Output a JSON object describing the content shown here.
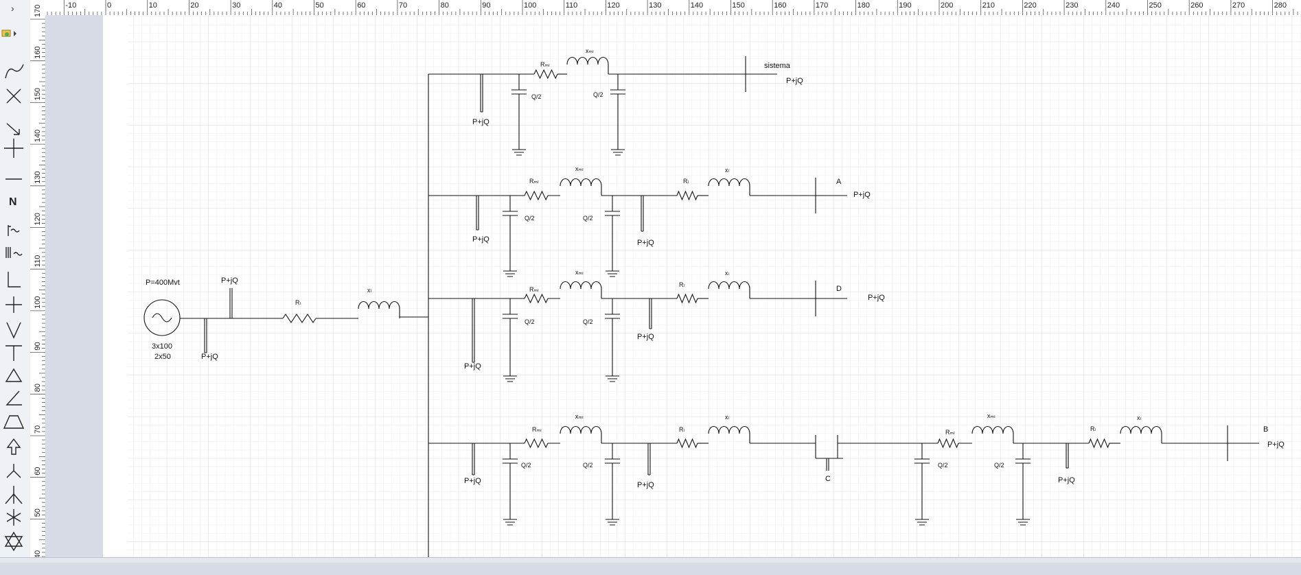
{
  "shapes_panel": {
    "expand_label": "›",
    "tools": [
      "arc-icon",
      "cross-x-icon",
      "arrow-down-right-icon",
      "plus-icon",
      "horizontal-line-icon",
      "neutral-n-icon",
      "coil-line-icon",
      "triple-coil-icon",
      "corner-l-icon",
      "small-cross-icon",
      "v-shape-icon",
      "t-shape-icon",
      "triangle-icon",
      "angle-icon",
      "trapezoid-icon",
      "arrow-up-icon",
      "wye-icon",
      "psi-icon",
      "asterisk-icon",
      "star-of-david-icon"
    ]
  },
  "ruler_top": {
    "labels": [
      "-10",
      "0",
      "10",
      "20",
      "30",
      "40",
      "50",
      "60",
      "70",
      "80",
      "90",
      "100",
      "110",
      "120",
      "130",
      "140",
      "150",
      "160",
      "170",
      "180",
      "190",
      "200",
      "210",
      "220",
      "230",
      "240",
      "250",
      "260",
      "270",
      "280"
    ]
  },
  "ruler_left": {
    "labels": [
      "170",
      "160",
      "150",
      "140",
      "130",
      "120",
      "110",
      "100",
      "90",
      "80",
      "70",
      "60",
      "50",
      "40"
    ]
  },
  "diagram": {
    "generator": {
      "power": "P=400Mvt",
      "units_a": "3x100",
      "units_b": "2x50",
      "load_up": "P+jQ",
      "load_down": "P+jQ",
      "r_line": "Rₗ",
      "x_line": "xₗ"
    },
    "line_sistema": {
      "r": "Rₘₗ",
      "x": "xₘₗ",
      "q_left": "Q/2",
      "q_right": "Q/2",
      "load": "P+jQ",
      "bus_name": "sistema",
      "bus_load": "P+jQ"
    },
    "line_a": {
      "r1": "Rₘₗ",
      "x1": "xₘₗ",
      "q_left": "Q/2",
      "q_right": "Q/2",
      "load1": "P+jQ",
      "load2": "P+jQ",
      "r2": "Rₗ",
      "x2": "xₗ",
      "bus_name": "A",
      "bus_load": "P+jQ"
    },
    "line_d": {
      "r1": "Rₘₗ",
      "x1": "xₘₗ",
      "q_left": "Q/2",
      "q_right": "Q/2",
      "load1": "P+jQ",
      "load2": "P+jQ",
      "r2": "Rₗ",
      "x2": "xₗ",
      "bus_name": "D",
      "bus_load": "P+jQ"
    },
    "line_b": {
      "r1": "Rₘₗ",
      "x1": "xₘₗ",
      "q1": "Q/2",
      "q2": "Q/2",
      "load1": "P+jQ",
      "load2": "P+jQ",
      "r2": "Rₗ",
      "x2": "xₗ",
      "bus_c": "C",
      "r3": "Rₘₗ",
      "x3": "xₘₗ",
      "q3": "Q/2",
      "q4": "Q/2",
      "load3": "P+jQ",
      "r4": "Rₗ",
      "x4": "xₗ",
      "bus_name": "B",
      "bus_load": "P+jQ"
    }
  }
}
